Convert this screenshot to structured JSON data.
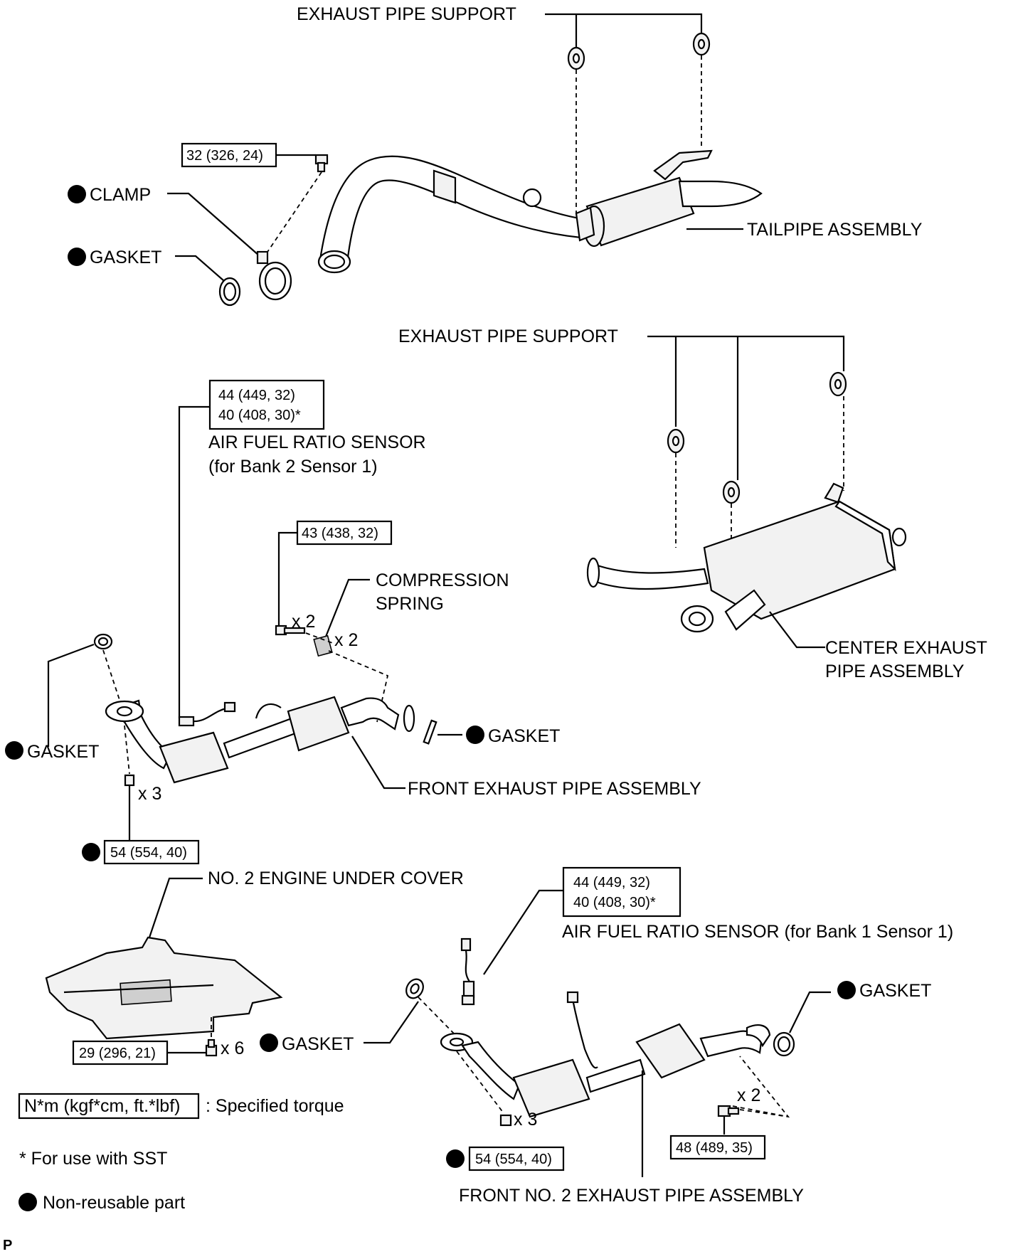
{
  "tailpipe_section": {
    "support_label": "EXHAUST PIPE SUPPORT",
    "torque": "32 (326, 24)",
    "clamp_label": "CLAMP",
    "gasket_label": "GASKET",
    "assembly_label": "TAILPIPE ASSEMBLY"
  },
  "center_section": {
    "support_label": "EXHAUST PIPE SUPPORT",
    "assembly_label_line1": "CENTER EXHAUST",
    "assembly_label_line2": "PIPE ASSEMBLY"
  },
  "front_section": {
    "sensor_torque_line1": "44 (449, 32)",
    "sensor_torque_line2": "40 (408, 30)*",
    "sensor_label_line1": "AIR FUEL RATIO SENSOR",
    "sensor_label_line2": "(for Bank 2 Sensor 1)",
    "bolt_torque": "43 (438, 32)",
    "bolt_qty": "x 2",
    "spring_label_line1": "COMPRESSION",
    "spring_label_line2": "SPRING",
    "spring_qty": "x 2",
    "gasket_left_label": "GASKET",
    "gasket_right_label": "GASKET",
    "nut_qty": "x 3",
    "nut_torque": "54 (554, 40)",
    "assembly_label": "FRONT EXHAUST PIPE ASSEMBLY"
  },
  "under_cover": {
    "label": "NO. 2 ENGINE UNDER COVER",
    "torque": "29 (296, 21)",
    "qty": "x 6"
  },
  "front_no2_section": {
    "sensor_torque_line1": "44 (449, 32)",
    "sensor_torque_line2": "40 (408, 30)*",
    "sensor_label": "AIR FUEL RATIO SENSOR (for Bank 1 Sensor 1)",
    "gasket_left_label": "GASKET",
    "gasket_right_label": "GASKET",
    "nut_qty": "x 3",
    "nut_torque": "54 (554, 40)",
    "bolt_qty": "x 2",
    "bolt_torque": "48 (489, 35)",
    "assembly_label": "FRONT NO. 2 EXHAUST PIPE ASSEMBLY"
  },
  "legend": {
    "torque_unit": "N*m (kgf*cm, ft.*lbf)",
    "torque_desc": ": Specified torque",
    "sst_note": "* For use with SST",
    "nonreusable": "Non-reusable part"
  },
  "corner_code": "P"
}
